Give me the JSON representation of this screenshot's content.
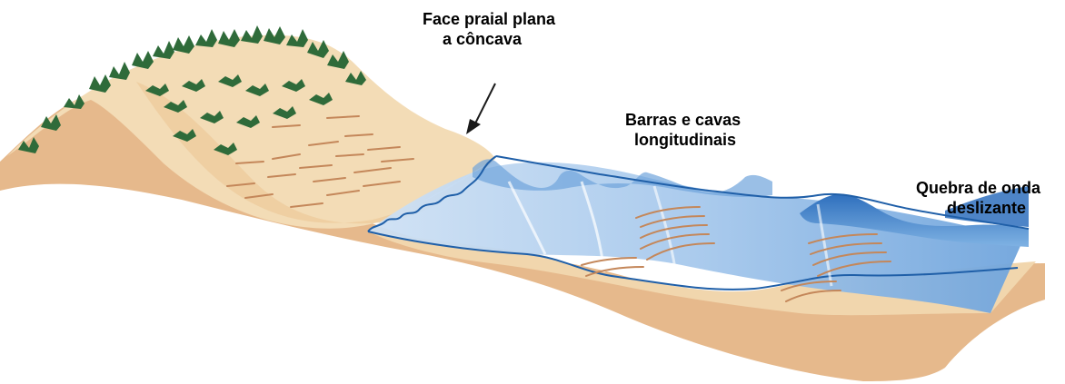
{
  "labels": {
    "beach_face": {
      "line1": "Face praial plana",
      "line2": "a côncava"
    },
    "bars_troughs": {
      "line1": "Barras e cavas",
      "line2": "longitudinais"
    },
    "breaker": {
      "line1": "Quebra de onda",
      "line2": "deslizante"
    }
  },
  "colors": {
    "sand_light": "#f3dcb6",
    "sand_dark": "#e6b98c",
    "sand_shadow": "#d9a473",
    "vegetation": "#2f6b3a",
    "water_light": "#b9d4ef",
    "water_mid": "#7fb2e3",
    "water_deep": "#2e6fbd",
    "wave_line": "#1f5fa8",
    "bedding": "#c4875a",
    "arrow": "#1a1a1a"
  },
  "icons": {
    "pointer": "arrow-icon"
  }
}
